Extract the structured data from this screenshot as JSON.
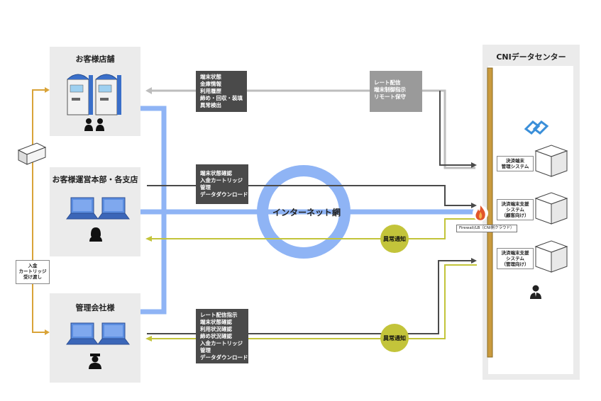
{
  "panels": {
    "store": {
      "title": "お客様店舗"
    },
    "hq": {
      "title": "お客様運営本部・各支店"
    },
    "mgmt": {
      "title": "管理会社様"
    },
    "cni": {
      "title": "CNIデータセンター"
    }
  },
  "data_boxes": {
    "store_status": [
      "端末状態",
      "金庫情報",
      "利用履歴",
      "締め・回収・装填",
      "異常検出"
    ],
    "rate": [
      "レート配信",
      "端末制御指示",
      "リモート保守"
    ],
    "hq_ops": [
      "端末状態確認",
      "入金カートリッジ",
      "管理",
      "データダウンロード"
    ],
    "mgmt_ops": [
      "レート配信指示",
      "端末状態確認",
      "利用状況確認",
      "締め状況確認",
      "入金カートリッジ",
      "管理",
      "データダウンロード"
    ]
  },
  "internet": {
    "label": "インターネット網"
  },
  "alerts": {
    "hq": "異常通知",
    "mgmt": "異常通知"
  },
  "firewall": {
    "label": "Firewall/LB（CNI側クラウド）"
  },
  "cartridge_note": [
    "入金",
    "カートリッジ",
    "受け渡し"
  ],
  "systems": [
    {
      "label": [
        "決済端末",
        "管理システム"
      ]
    },
    {
      "label": [
        "決済端末支援",
        "システム",
        "（顧客向け）"
      ]
    },
    {
      "label": [
        "決済端末支援",
        "システム",
        "（管理向け）"
      ]
    }
  ],
  "colors": {
    "blue": "#8fb4f5",
    "dark": "#4a4a4a",
    "gray_line": "#bdbdbd",
    "yellow": "#c3c43a",
    "orange": "#d9a338",
    "gold_bar": "#c99a3e",
    "laptop": "#5b8de0"
  },
  "icons": [
    "kiosk-icon",
    "people-icon",
    "laptop-icon",
    "woman-icon",
    "guard-icon",
    "server-icon",
    "firewall-icon",
    "logo-icon",
    "businessman-icon",
    "cartridge-icon"
  ]
}
